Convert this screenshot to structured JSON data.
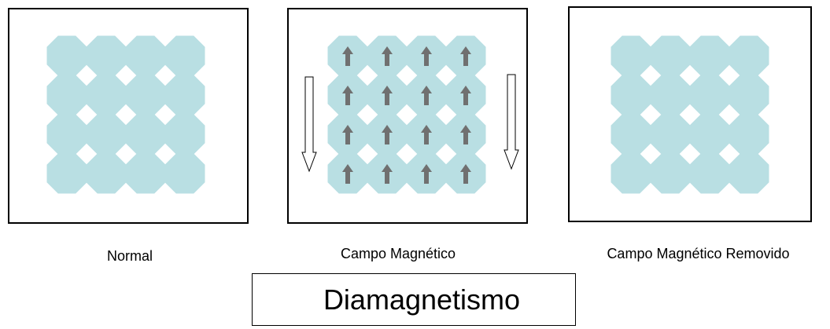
{
  "diagram": {
    "lattice_color": "#b9dfe3",
    "moment_arrow_color": "#707070",
    "field_arrow_color": "#ffffff",
    "field_arrow_stroke": "#000000",
    "panels": [
      {
        "id": "normal",
        "caption": "Normal",
        "moments": false,
        "field_arrows": false
      },
      {
        "id": "field",
        "caption": "Campo Magnético",
        "moments": true,
        "moment_direction": "up",
        "field_arrows": true,
        "field_direction": "down"
      },
      {
        "id": "removed",
        "caption": "Campo Magnético Removido",
        "moments": false,
        "field_arrows": false
      }
    ],
    "title": "Diamagnetismo"
  }
}
